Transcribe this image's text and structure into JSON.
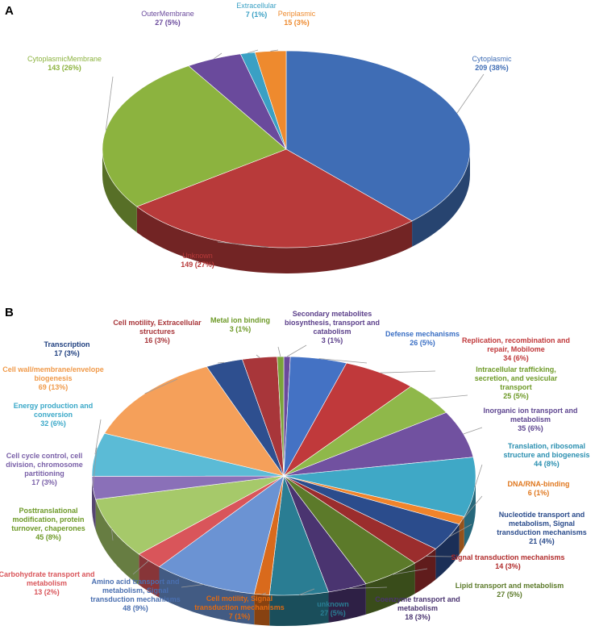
{
  "chart_data": [
    {
      "type": "pie",
      "panel": "A",
      "title": "",
      "slices": [
        {
          "name": "Cytoplasmic",
          "count": "209 (38%)",
          "value": 209,
          "color": "#3f6db5"
        },
        {
          "name": "Unknown",
          "count": "149 (27%)",
          "value": 149,
          "color": "#b83a3a"
        },
        {
          "name": "CytoplasmicMembrane",
          "count": "143 (26%)",
          "value": 143,
          "color": "#8cb33f"
        },
        {
          "name": "OuterMembrane",
          "count": "27 (5%)",
          "value": 27,
          "color": "#6a4a9c"
        },
        {
          "name": "Extracellular",
          "count": "7 (1%)",
          "value": 7,
          "color": "#3aa0c4"
        },
        {
          "name": "Periplasmic",
          "count": "15 (3%)",
          "value": 15,
          "color": "#ee8a2e"
        }
      ]
    },
    {
      "type": "pie",
      "panel": "B",
      "title": "",
      "slices": [
        {
          "name": "Secondary metabolites biosynthesis, transport and catabolism",
          "count": "3 (1%)",
          "value": 3,
          "color": "#6a4a9c"
        },
        {
          "name": "Defense mechanisms",
          "count": "26 (5%)",
          "value": 26,
          "color": "#4472c4"
        },
        {
          "name": "Replication, recombination and repair, Mobilome",
          "count": "34 (6%)",
          "value": 34,
          "color": "#c0393b"
        },
        {
          "name": "Intracellular trafficking, secretion, and vesicular transport",
          "count": "25 (5%)",
          "value": 25,
          "color": "#8fb84a"
        },
        {
          "name": "Inorganic ion transport and metabolism",
          "count": "35 (6%)",
          "value": 35,
          "color": "#7151a0"
        },
        {
          "name": "Translation, ribosomal structure and biogenesis",
          "count": "44 (8%)",
          "value": 44,
          "color": "#3fa8c6"
        },
        {
          "name": "DNA/RNA-binding",
          "count": "6 (1%)",
          "value": 6,
          "color": "#f0842b"
        },
        {
          "name": "Nucleotide transport and metabolism, Signal transduction mechanisms",
          "count": "21 (4%)",
          "value": 21,
          "color": "#2b4c8c"
        },
        {
          "name": "Signal transduction mechanisms",
          "count": "14 (3%)",
          "value": 14,
          "color": "#9b2d2d"
        },
        {
          "name": "Lipid transport and metabolism",
          "count": "27 (5%)",
          "value": 27,
          "color": "#5c7a2a"
        },
        {
          "name": "Coenzyme transport and metabolism",
          "count": "18 (3%)",
          "value": 18,
          "color": "#4a3470"
        },
        {
          "name": "unknown",
          "count": "27 (5%)",
          "value": 27,
          "color": "#2a7d93"
        },
        {
          "name": "Cell motility, Signal transduction mechanisms",
          "count": "7 (1%)",
          "value": 7,
          "color": "#d96a1c"
        },
        {
          "name": "Amino acid transport and metabolism, Signal transduction mechanisms",
          "count": "48 (9%)",
          "value": 48,
          "color": "#6b93d3"
        },
        {
          "name": "Carbohydrate transport and metabolism",
          "count": "13 (2%)",
          "value": 13,
          "color": "#d9555a"
        },
        {
          "name": "Posttranslational modification, protein turnover, chaperones",
          "count": "45 (8%)",
          "value": 45,
          "color": "#a6c96a"
        },
        {
          "name": "Cell cycle control, cell division, chromosome partitioning",
          "count": "17 (3%)",
          "value": 17,
          "color": "#8a70b8"
        },
        {
          "name": "Energy production and conversion",
          "count": "32 (6%)",
          "value": 32,
          "color": "#5bbbd6"
        },
        {
          "name": "Cell wall/membrane/envelope biogenesis",
          "count": "69 (13%)",
          "value": 69,
          "color": "#f5a05a"
        },
        {
          "name": "Transcription",
          "count": "17 (3%)",
          "value": 17,
          "color": "#2e4f8f"
        },
        {
          "name": "Cell motility, Extracellular structures",
          "count": "16 (3%)",
          "value": 16,
          "color": "#a8363a"
        },
        {
          "name": "Metal ion binding",
          "count": "3 (1%)",
          "value": 3,
          "color": "#7aa33a"
        }
      ]
    }
  ]
}
